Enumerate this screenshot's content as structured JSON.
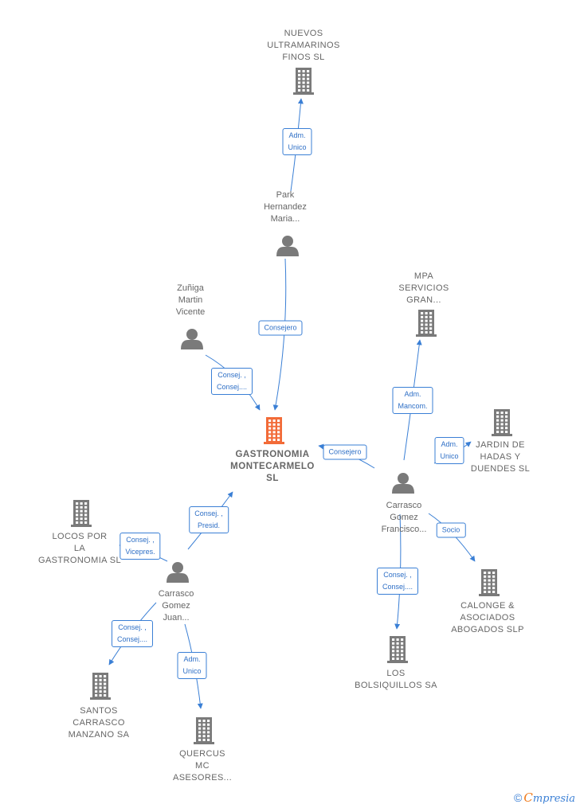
{
  "colors": {
    "edge": "#3a7fd5",
    "node": "#7a7a7a",
    "main_node": "#f26b38"
  },
  "nodes": {
    "nuevos": {
      "type": "company",
      "label": "NUEVOS\nULTRAMARINOS\nFINOS  SL",
      "icon": "building-icon"
    },
    "park": {
      "type": "person",
      "label": "Park\nHernandez\nMaria...",
      "icon": "person-icon"
    },
    "zuniga": {
      "type": "person",
      "label": "Zuñiga\nMartin\nVicente",
      "icon": "person-icon"
    },
    "mpa": {
      "type": "company",
      "label": "MPA\nSERVICIOS\nGRAN...",
      "icon": "building-icon"
    },
    "main": {
      "type": "main",
      "label": "GASTRONOMIA\nMONTECARMELO\nSL",
      "icon": "building-icon"
    },
    "jardin": {
      "type": "company",
      "label": "JARDIN DE\nHADAS Y\nDUENDES SL",
      "icon": "building-icon"
    },
    "francisco": {
      "type": "person",
      "label": "Carrasco\nGomez\nFrancisco...",
      "icon": "person-icon"
    },
    "locos": {
      "type": "company",
      "label": "LOCOS POR\nLA\nGASTRONOMIA SL",
      "icon": "building-icon"
    },
    "juan": {
      "type": "person",
      "label": "Carrasco\nGomez\nJuan...",
      "icon": "person-icon"
    },
    "calonge": {
      "type": "company",
      "label": "CALONGE &\nASOCIADOS\nABOGADOS SLP",
      "icon": "building-icon"
    },
    "bolsiquillos": {
      "type": "company",
      "label": "LOS\nBOLSIQUILLOS SA",
      "icon": "building-icon"
    },
    "santos": {
      "type": "company",
      "label": "SANTOS\nCARRASCO\nMANZANO SA",
      "icon": "building-icon"
    },
    "quercus": {
      "type": "company",
      "label": "QUERCUS\nMC\nASESORES...",
      "icon": "building-icon"
    }
  },
  "edges": [
    {
      "from": "park",
      "to": "nuevos",
      "label": "Adm.\nUnico"
    },
    {
      "from": "park",
      "to": "main",
      "label": "Consejero"
    },
    {
      "from": "zuniga",
      "to": "main",
      "label": "Consej. ,\nConsej...."
    },
    {
      "from": "francisco",
      "to": "mpa",
      "label": "Adm.\nMancom."
    },
    {
      "from": "francisco",
      "to": "jardin",
      "label": "Adm.\nUnico"
    },
    {
      "from": "francisco",
      "to": "main",
      "label": "Consejero"
    },
    {
      "from": "francisco",
      "to": "calonge",
      "label": "Socio"
    },
    {
      "from": "francisco",
      "to": "bolsiquillos",
      "label": "Consej. ,\nConsej...."
    },
    {
      "from": "juan",
      "to": "main",
      "label": "Consej. ,\nPresid."
    },
    {
      "from": "juan",
      "to": "locos",
      "label": "Consej. ,\nVicepres."
    },
    {
      "from": "juan",
      "to": "santos",
      "label": "Consej. ,\nConsej...."
    },
    {
      "from": "juan",
      "to": "quercus",
      "label": "Adm.\nUnico"
    }
  ],
  "brand": {
    "copyright": "©",
    "name_first": "C",
    "name_rest": "mpresia"
  }
}
